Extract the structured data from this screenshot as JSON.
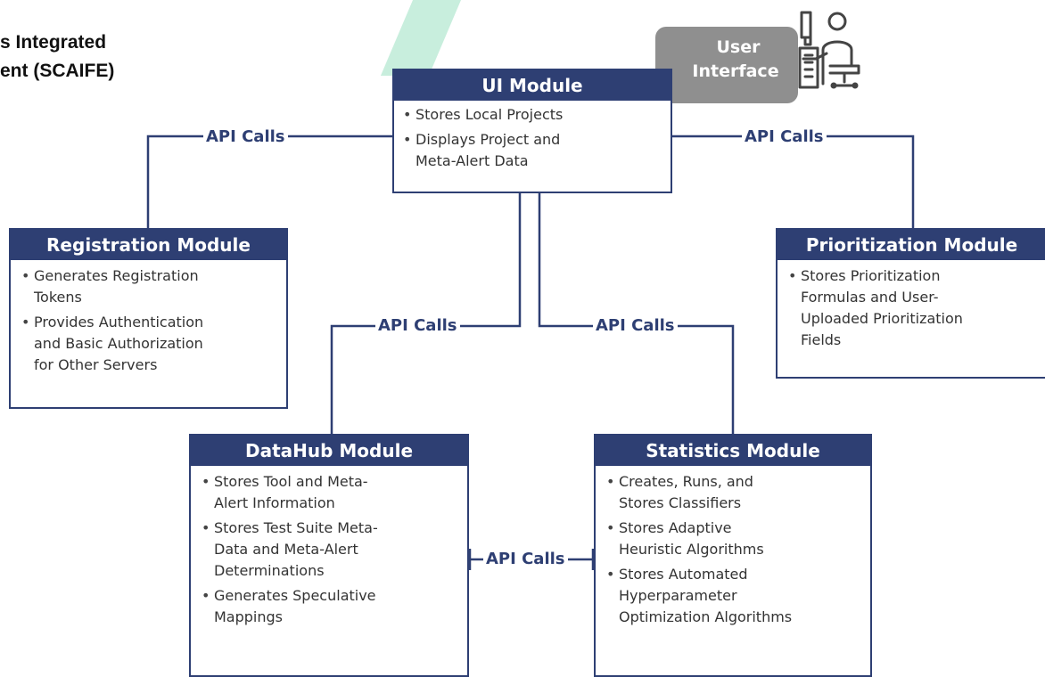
{
  "title": {
    "line1": "s Integrated",
    "line2": "ent (SCAIFE)"
  },
  "user_interface": {
    "line1": "User",
    "line2": "Interface",
    "icon": "person-at-computer-icon"
  },
  "colors": {
    "module_header": "#2e3f73",
    "connector": "#2e3f73",
    "user_interface_bg": "#8f8f8f",
    "accent_green": "#c8eedd"
  },
  "modules": {
    "ui": {
      "title": "UI Module",
      "items": [
        "Stores Local Projects",
        "Displays Project and\nMeta-Alert Data"
      ]
    },
    "registration": {
      "title": "Registration Module",
      "items": [
        "Generates Registration\nTokens",
        "Provides Authentication\nand Basic Authorization\nfor Other Servers"
      ]
    },
    "prioritization": {
      "title": "Prioritization Module",
      "items": [
        "Stores Prioritization\nFormulas and User-\nUploaded Prioritization\nFields"
      ]
    },
    "datahub": {
      "title": "DataHub Module",
      "items": [
        "Stores Tool and Meta-\nAlert Information",
        "Stores Test Suite Meta-\nData and Meta-Alert\nDeterminations",
        "Generates Speculative\nMappings"
      ]
    },
    "statistics": {
      "title": "Statistics Module",
      "items": [
        "Creates, Runs, and\nStores Classifiers",
        "Stores Adaptive\nHeuristic Algorithms",
        "Stores Automated\nHyperparameter\nOptimization Algorithms"
      ]
    }
  },
  "connections": [
    {
      "id": "ui-registration",
      "label": "API Calls"
    },
    {
      "id": "ui-prioritization",
      "label": "API Calls"
    },
    {
      "id": "ui-datahub",
      "label": "API Calls"
    },
    {
      "id": "ui-statistics",
      "label": "API Calls"
    },
    {
      "id": "datahub-statistics",
      "label": "API Calls"
    }
  ]
}
